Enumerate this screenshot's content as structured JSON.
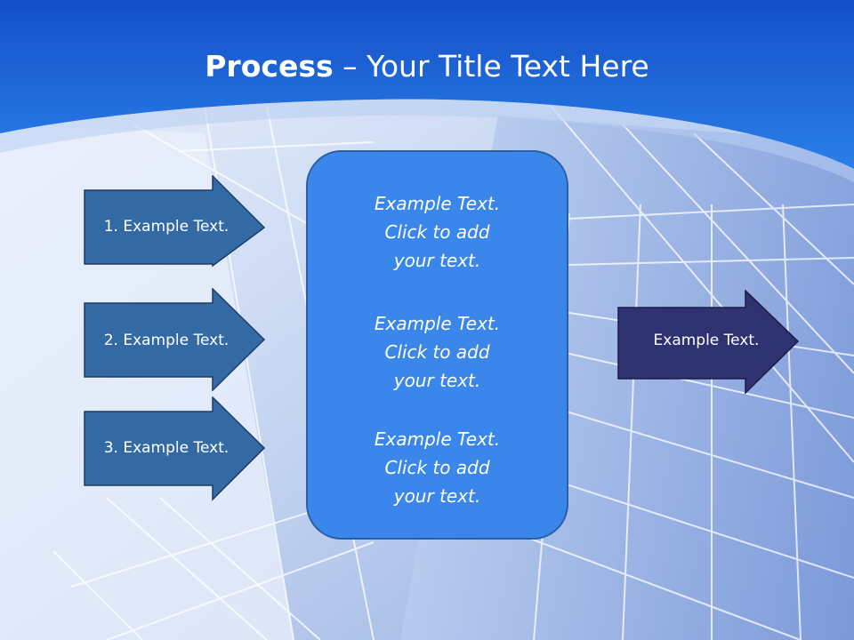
{
  "slide": {
    "title_bold": "Process",
    "title_rest": " – Your Title Text Here",
    "left_arrows": [
      {
        "label": "1. Example Text."
      },
      {
        "label": "2. Example Text."
      },
      {
        "label": "3. Example Text."
      }
    ],
    "center_blocks": [
      {
        "lines": [
          "Example Text.",
          "Click  to add",
          "your text."
        ]
      },
      {
        "lines": [
          "Example Text.",
          "Click  to add",
          "your text."
        ]
      },
      {
        "lines": [
          "Example Text.",
          "Click  to add",
          "your text."
        ]
      }
    ],
    "right_arrow": {
      "label": "Example Text."
    }
  },
  "colors": {
    "header_blue": "#1a5fd0",
    "arrow_left_fill": "#346aa3",
    "arrow_right_fill": "#2f3270",
    "center_box_fill": "#3a86ea"
  }
}
